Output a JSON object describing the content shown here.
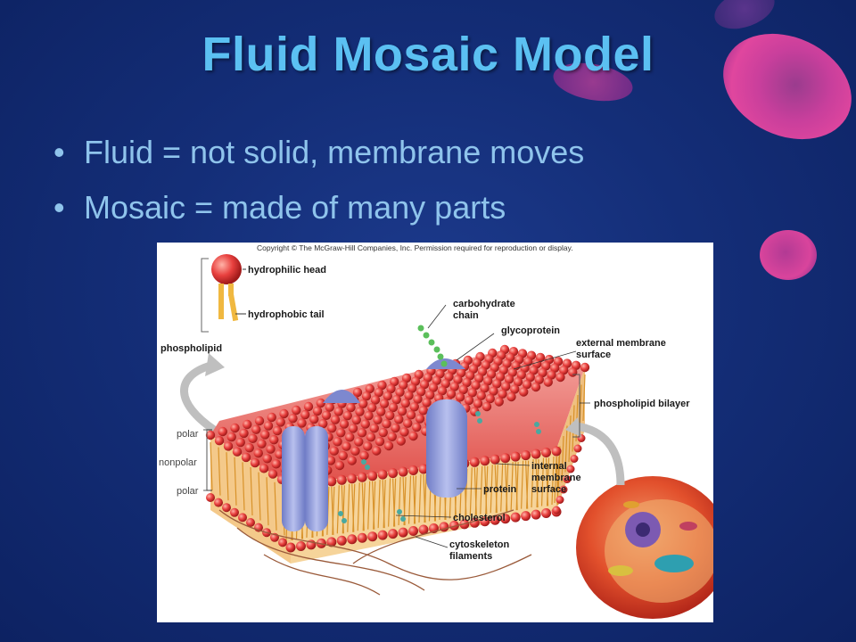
{
  "slide": {
    "title": "Fluid Mosaic Model",
    "bullets": [
      "Fluid = not solid, membrane moves",
      "Mosaic = made of many parts"
    ]
  },
  "figure": {
    "copyright": "Copyright © The McGraw-Hill Companies, Inc. Permission required for reproduction or display.",
    "labels": {
      "hydrophilic_head": "hydrophilic head",
      "hydrophobic_tail": "hydrophobic tail",
      "phospholipid": "phospholipid",
      "carbohydrate_chain_1": "carbohydrate",
      "carbohydrate_chain_2": "chain",
      "glycoprotein": "glycoprotein",
      "external_1": "external membrane",
      "external_2": "surface",
      "phospholipid_bilayer": "phospholipid bilayer",
      "polar_top": "polar",
      "nonpolar": "nonpolar",
      "polar_bottom": "polar",
      "internal_1": "internal",
      "internal_2": "membrane",
      "internal_3": "surface",
      "protein": "protein",
      "cholesterol": "cholesterol",
      "cytoskeleton_1": "cytoskeleton",
      "cytoskeleton_2": "filaments"
    }
  },
  "colors": {
    "background": "#142e78",
    "title": "#5bc0f2",
    "bullet_text": "#8fc4ec",
    "lipid_head": "#e8403e",
    "lipid_tail": "#e6a93a",
    "protein": "#8f9bd8"
  }
}
